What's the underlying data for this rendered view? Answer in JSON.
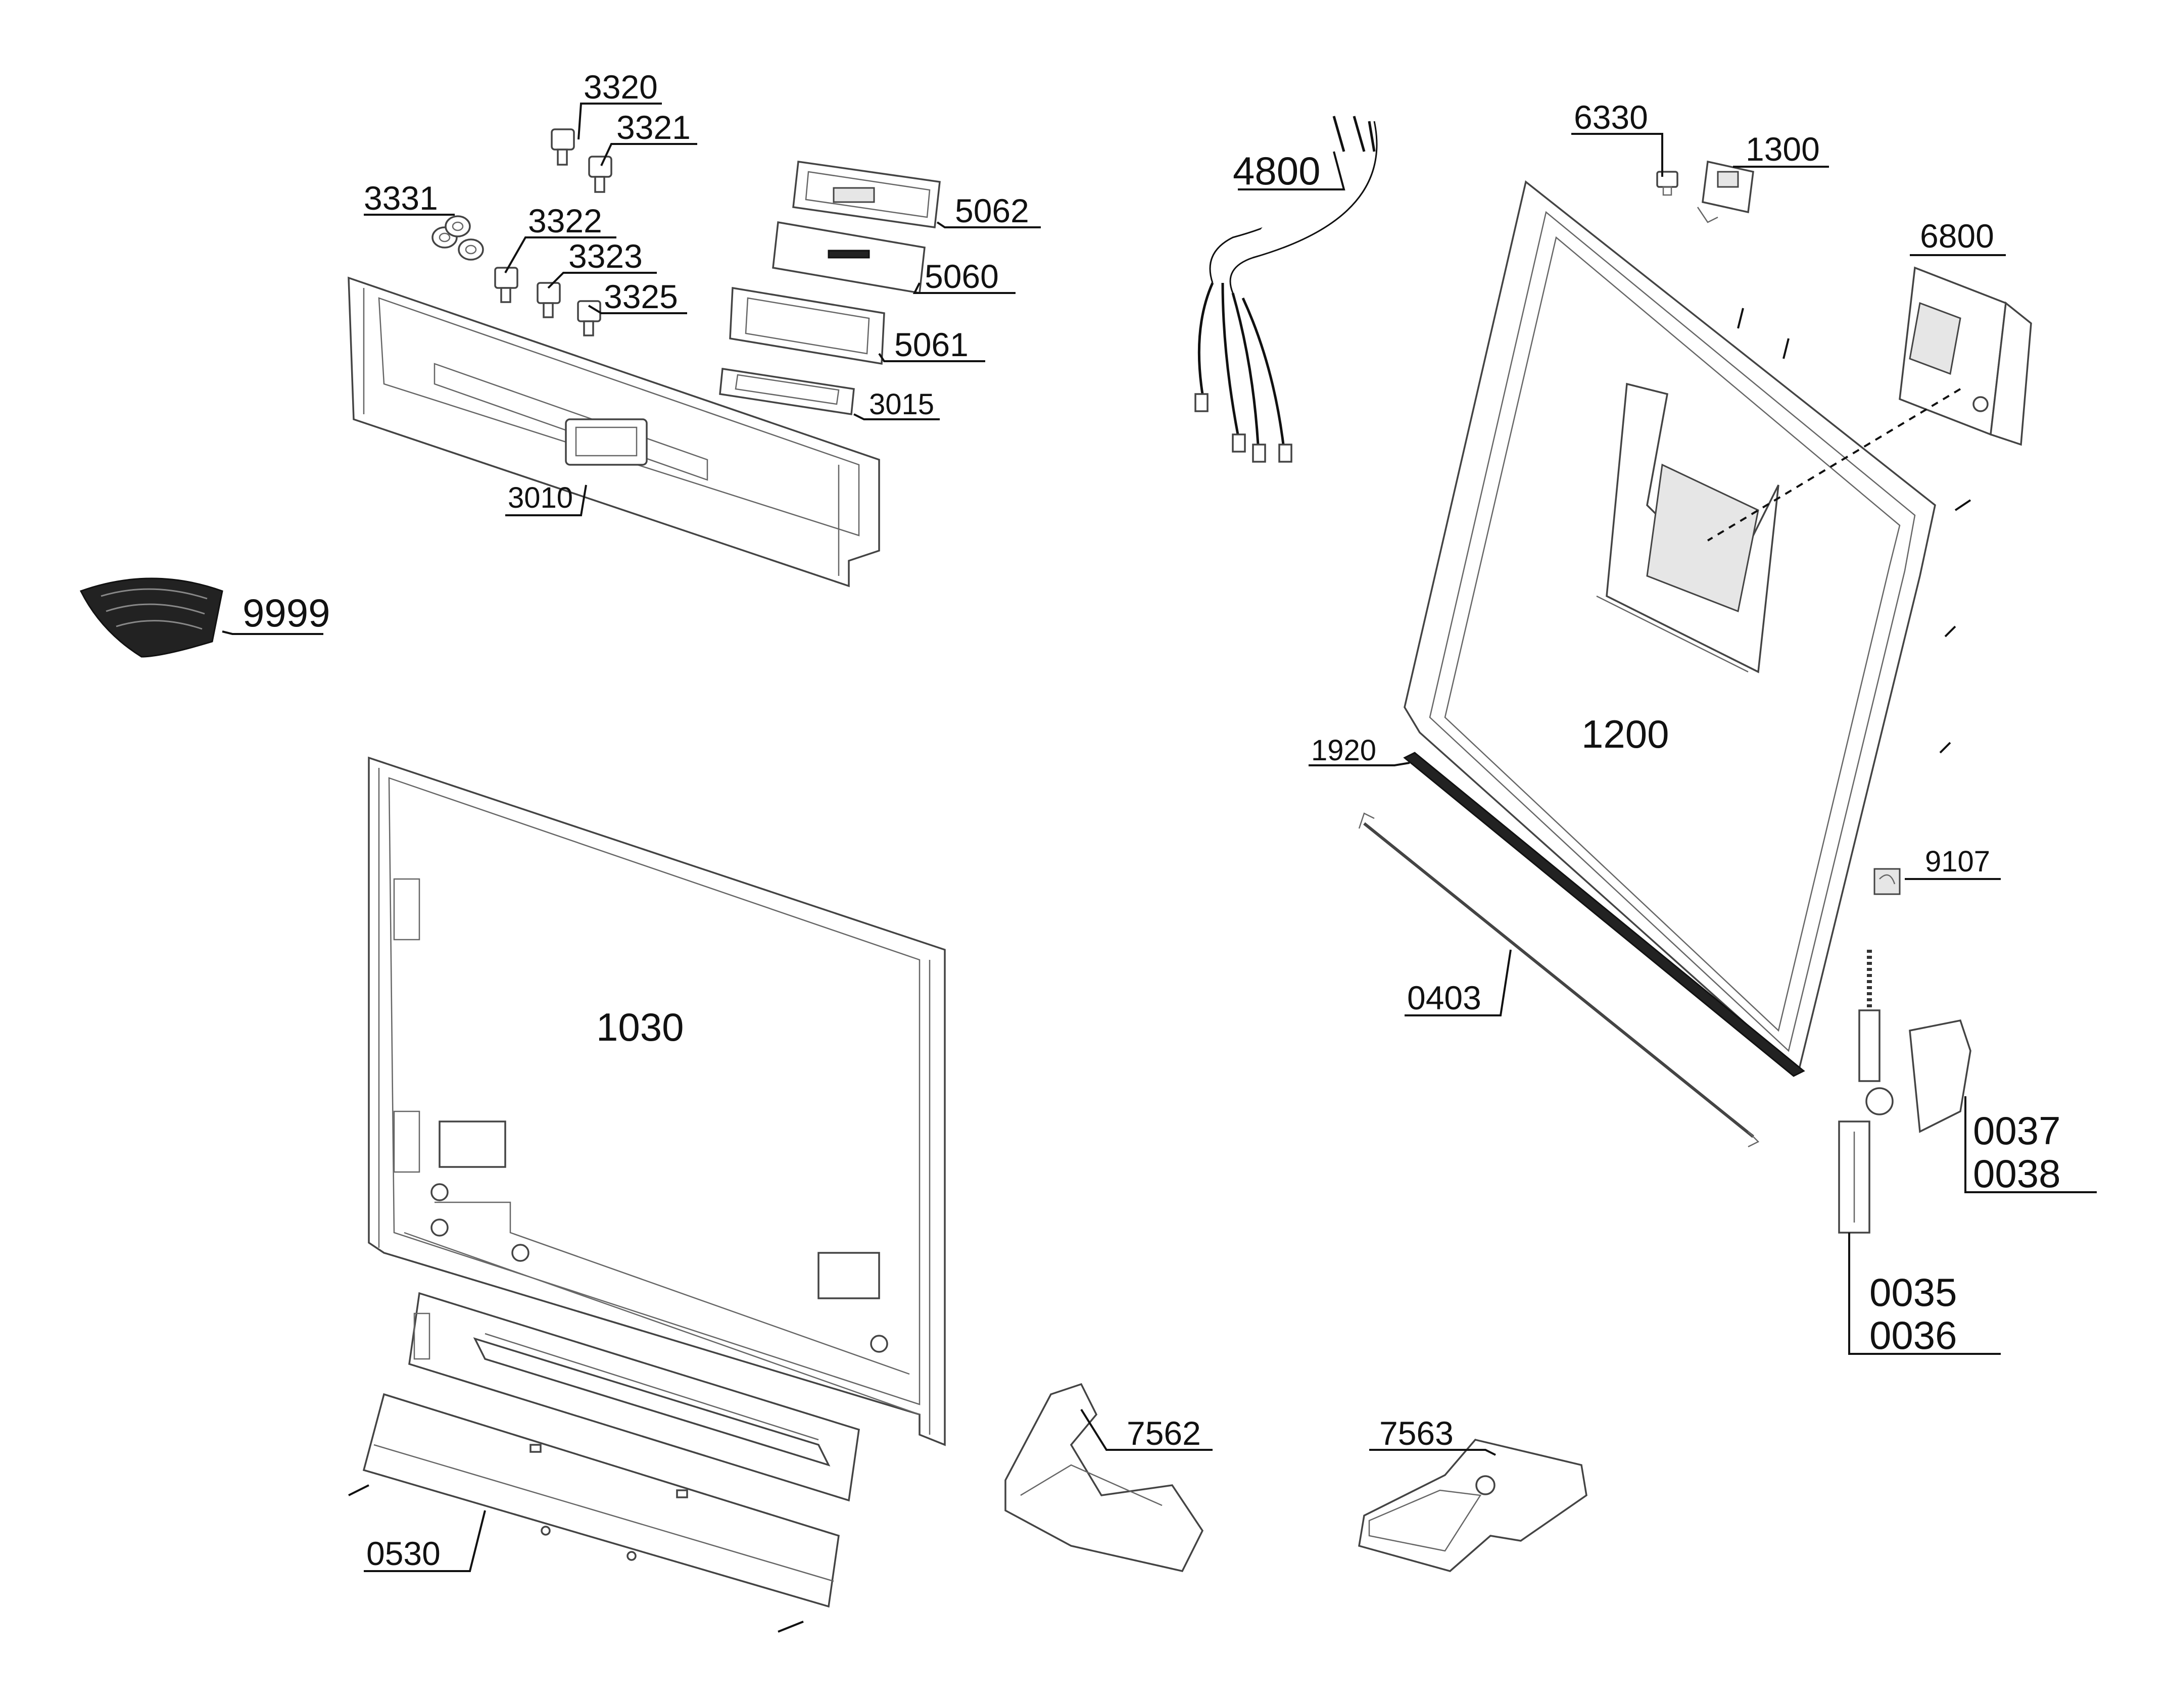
{
  "labels": {
    "p3320": "3320",
    "p3321": "3321",
    "p3331": "3331",
    "p3322": "3322",
    "p3323": "3323",
    "p3325": "3325",
    "p5062": "5062",
    "p5060": "5060",
    "p5061": "5061",
    "p3015": "3015",
    "p3010": "3010",
    "p9999": "9999",
    "p4800": "4800",
    "p6330": "6330",
    "p1300": "1300",
    "p6800": "6800",
    "p1200": "1200",
    "p1920": "1920",
    "p9107": "9107",
    "p0403": "0403",
    "p0037": "0037",
    "p0038": "0038",
    "p0035": "0035",
    "p0036": "0036",
    "p1030": "1030",
    "p7562": "7562",
    "p7563": "7563",
    "p0530": "0530"
  }
}
